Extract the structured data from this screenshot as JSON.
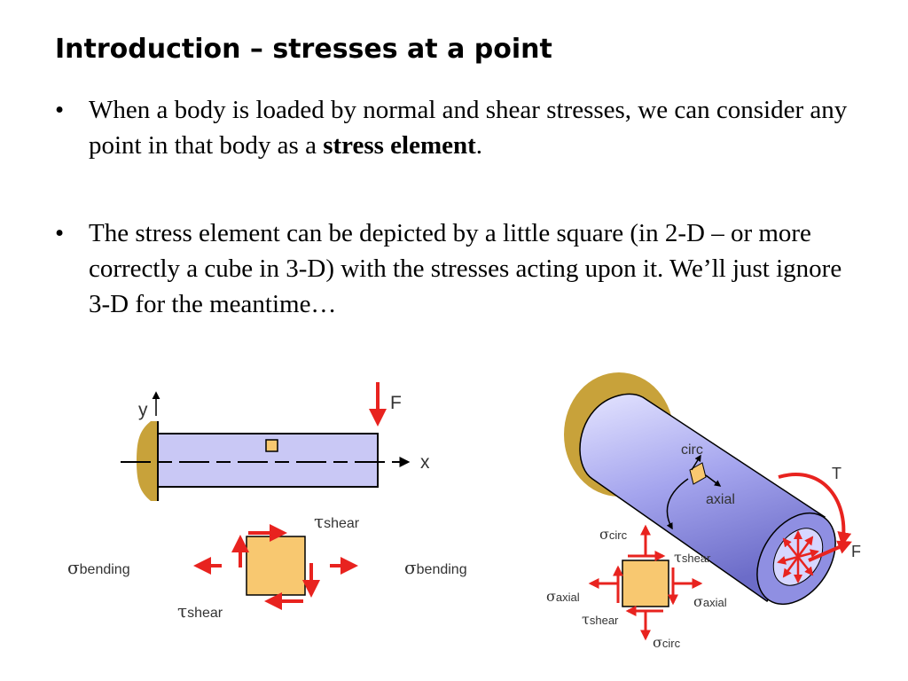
{
  "title": "Introduction – stresses at a point",
  "bullets": [
    {
      "symbol": "•",
      "text_before": "When a body is loaded by normal and shear stresses, we can consider any point in that body as a ",
      "bold": "stress element",
      "text_after": "."
    },
    {
      "symbol": "•",
      "text": "The stress element can be depicted by a little square (in 2-D – or more correctly a cube in 3-D) with the stresses acting upon it. We’ll just ignore 3-D for the meantime…"
    }
  ],
  "figure_beam": {
    "y_axis": "y",
    "x_axis": "x",
    "force": "F",
    "tau_symbol": "τ",
    "shear_subscript": "shear",
    "sigma_symbol": "σ",
    "bending_subscript": "bending"
  },
  "figure_shaft": {
    "torque": "T",
    "force": "F",
    "circ_label": "circ",
    "axial_label": "axial",
    "sigma_symbol": "σ",
    "tau_symbol": "τ",
    "circ_subscript": "circ",
    "axial_subscript": "axial",
    "shear_subscript": "shear"
  },
  "colors": {
    "beam_fill": "#c9c8f5",
    "element_fill": "#f8c870",
    "arrow_red": "#e8231f",
    "wall": "#c8a23a",
    "shaft_blue": "#a5a5ee",
    "label_gray": "#333333"
  }
}
